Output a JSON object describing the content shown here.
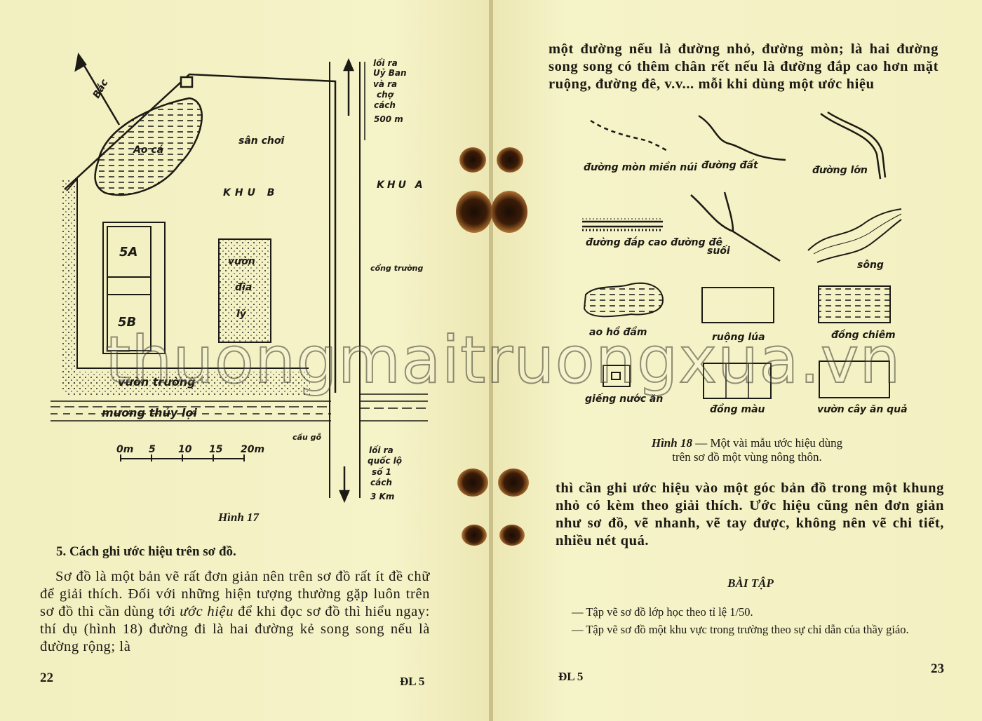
{
  "left_page": {
    "figure17": {
      "north_label": "Bắc",
      "pond_label": "Ao cá",
      "playground_label": "sân chơi",
      "zone_b": "KHU B",
      "zone_a": "KHU A",
      "room_5a": "5A",
      "room_5b": "5B",
      "geo_garden": [
        "vườn",
        "địa",
        "lý"
      ],
      "school_garden": "vườn trường",
      "canal": "mương thủy lợi",
      "gate": "cổng trường",
      "bridge": "cầu gỗ",
      "exit_north": [
        "lối ra",
        "Uỷ Ban",
        "và ra",
        "chợ",
        "cách",
        "500 m"
      ],
      "exit_south": [
        "lối ra",
        "quốc lộ",
        "số 1",
        "cách",
        "3 Km"
      ],
      "scale_labels": [
        "0m",
        "5",
        "10",
        "15",
        "20m"
      ],
      "caption": "Hình 17"
    },
    "heading": "5. Cách ghi ước hiệu trên sơ đồ.",
    "paragraph": {
      "before_italic": "Sơ đồ là một bản vẽ rất đơn giản nên trên sơ đồ rất ít đề chữ để giải thích. Đối với những hiện tượng thường gặp luôn trên sơ đồ thì cần dùng tới ",
      "italic": "ước hiệu",
      "after_italic": " để khi đọc sơ đồ thì hiểu ngay: thí dụ (hình 18) đường đi là hai đường kẻ song song nếu là đường rộng; là"
    },
    "page_number": "22",
    "signature": "ĐL 5"
  },
  "right_page": {
    "paragraph_top": "một đường nếu là đường nhỏ, đường mòn; là hai đường song song có thêm chân rết nếu là đường đắp cao hơn mặt ruộng, đường đê, v.v... mỗi khi dùng một ước hiệu",
    "figure18": {
      "symbols": [
        "đường mòn miền núi",
        "đường đất",
        "đường lớn",
        "đường đắp cao đường đê",
        "suối",
        "sông",
        "ao hồ đầm",
        "ruộng lúa",
        "đồng chiêm",
        "giếng nước ăn",
        "đồng màu",
        "vườn cây ăn quả"
      ],
      "caption_label": "Hình 18",
      "caption_text": "— Một vài mẫu ước hiệu dùng",
      "caption_line2": "trên sơ đồ một vùng nông thôn."
    },
    "paragraph_bottom": "thì cần ghi ước hiệu vào một góc bản đồ trong một khung nhỏ có kèm theo giải thích. Ước hiệu cũng nên đơn giản như sơ đồ, vẽ nhanh, vẽ tay được, không nên vẽ chi tiết, nhiều nét quá.",
    "exercises_title": "BÀI TẬP",
    "exercises": [
      "— Tập vẽ sơ đồ lớp học theo tỉ lệ 1/50.",
      "— Tập vẽ sơ đồ một khu vực trong trường theo sự chỉ dẫn của thầy giáo."
    ],
    "signature": "ĐL 5",
    "page_number": "23"
  },
  "watermark": "thuongmaitruongxua.vn"
}
